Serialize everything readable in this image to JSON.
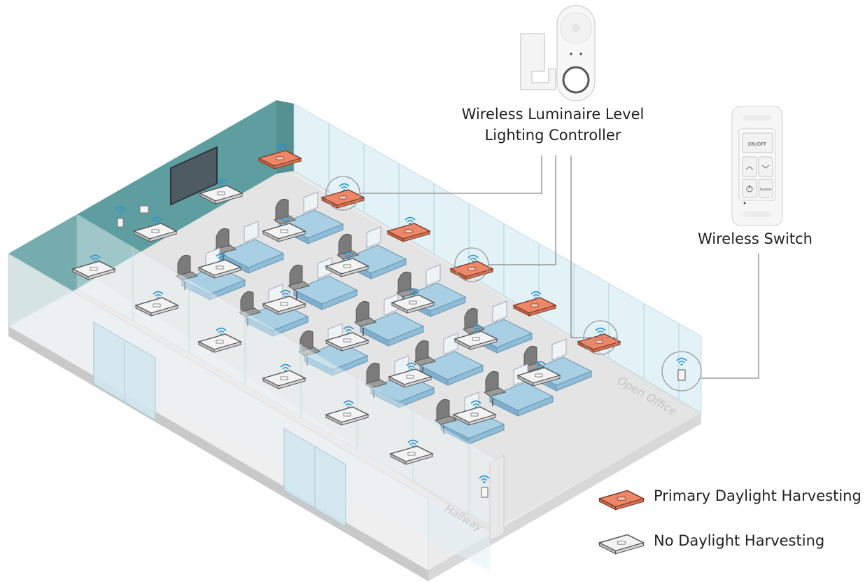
{
  "labels": {
    "controller_line1": "Wireless Luminaire Level",
    "controller_line2": "Lighting Controller",
    "switch": "Wireless Switch",
    "open_office": "Open Office",
    "hallway": "Hallway"
  },
  "switch_buttons": {
    "onoff": "ON/OFF",
    "scene": "Scene"
  },
  "legend": [
    {
      "label": "Primary Daylight Harvesting",
      "color": "#ee8668"
    },
    {
      "label": "No Daylight Harvesting",
      "color": "#f1f1f1"
    }
  ],
  "colors": {
    "accent_wall": "#5e9ea0",
    "glass": "#d7ecf2",
    "floor": "#e7e7e7",
    "wifi": "#2f93c9",
    "desk": "#9fc7df"
  }
}
